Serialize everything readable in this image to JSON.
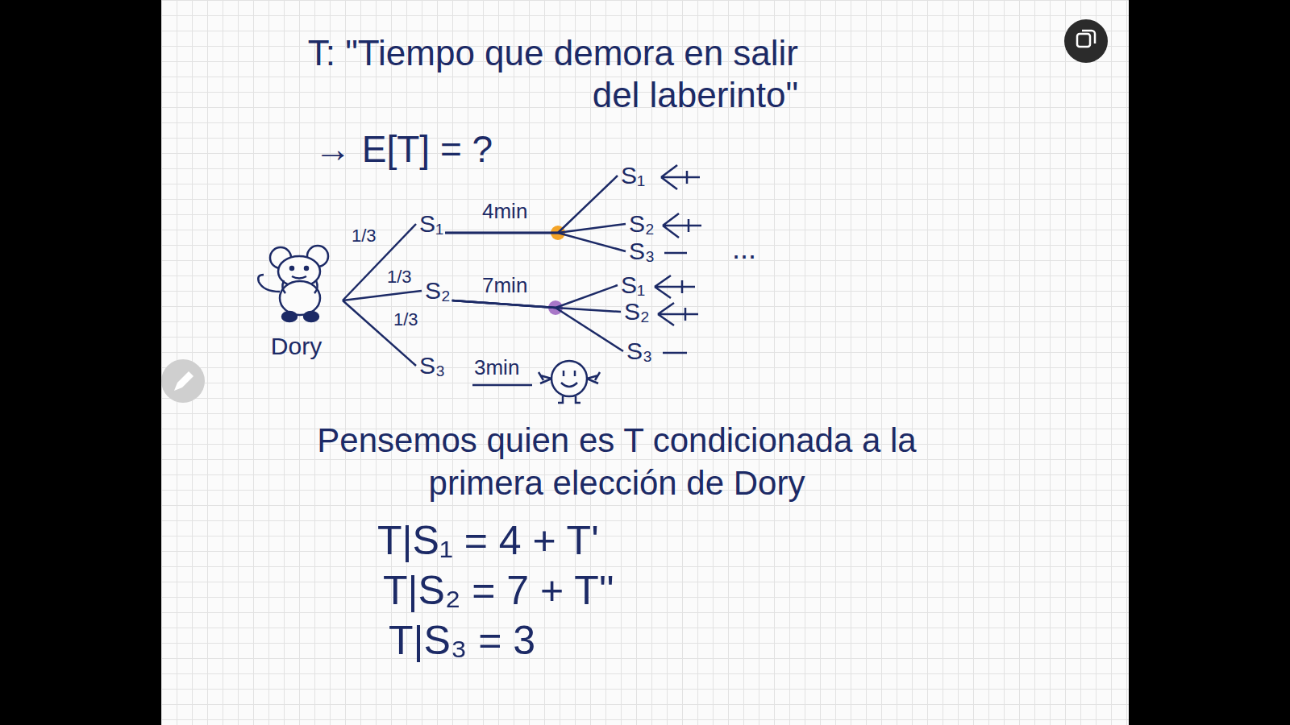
{
  "diagram": {
    "title": "T: \"Tiempo que demora en salir del laberinto\"",
    "nodes": [
      {
        "text": [
          "Dory"
        ]
      },
      {
        "text": [
          "S₁"
        ]
      },
      {
        "text": [
          "S₂"
        ]
      },
      {
        "text": [
          "S₃"
        ]
      },
      {
        "text": [
          "S₁"
        ]
      },
      {
        "text": [
          "S₂"
        ]
      },
      {
        "text": [
          "S₃"
        ]
      },
      {
        "text": [
          "S₁"
        ]
      },
      {
        "text": [
          "S₂"
        ]
      },
      {
        "text": [
          "S₃"
        ]
      }
    ],
    "edges": [
      {
        "from": 0,
        "to": 1,
        "arrow": "none",
        "label": "1/3"
      },
      {
        "from": 0,
        "to": 2,
        "arrow": "none",
        "label": "1/3"
      },
      {
        "from": 0,
        "to": 3,
        "arrow": "none",
        "label": "1/3"
      },
      {
        "from": 1,
        "to": 4,
        "arrow": "none"
      },
      {
        "from": 1,
        "to": 5,
        "arrow": "none"
      },
      {
        "from": 1,
        "to": 6,
        "arrow": "none"
      },
      {
        "from": 2,
        "to": 7,
        "arrow": "none"
      },
      {
        "from": 2,
        "to": 8,
        "arrow": "none"
      },
      {
        "from": 2,
        "to": 9,
        "arrow": "none"
      }
    ],
    "labels": [
      "→ E[T] = ?",
      "4min",
      "7min",
      "3min",
      "...",
      "Pensemos quien es T condicionada a la primera elección de Dory",
      "T|S₁ = 4 + T'",
      "T|S₂ = 7 + T''",
      "T|S₃ = 3"
    ]
  }
}
